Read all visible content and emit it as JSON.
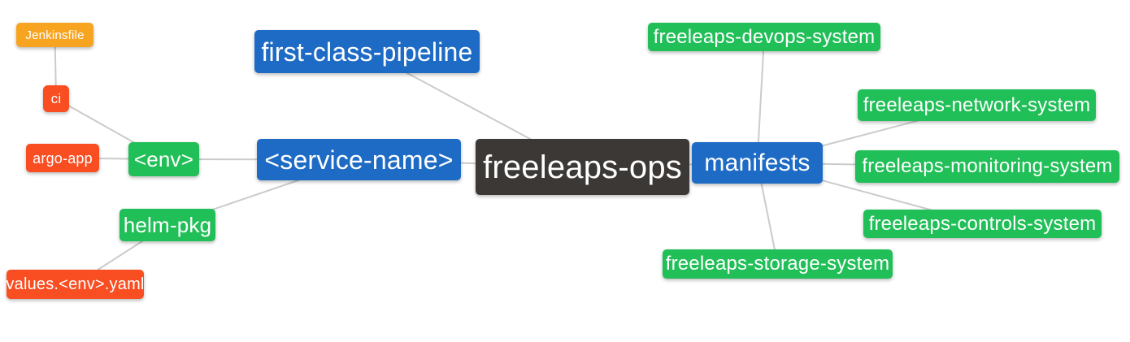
{
  "diagram": {
    "type": "mindmap",
    "central_node": "freeleaps-ops",
    "colors": {
      "blue": "#1E6BC5",
      "green": "#21BF58",
      "red": "#F84E22",
      "orange": "#F7A420",
      "dark": "#3B3836",
      "edge": "#CBCBCB",
      "text": "#FFFFFF",
      "background": "#FFFFFF"
    },
    "nodes": [
      {
        "id": "jenkinsfile",
        "label": "Jenkinsfile",
        "color": "orange"
      },
      {
        "id": "ci",
        "label": "ci",
        "color": "red"
      },
      {
        "id": "argo-app",
        "label": "argo-app",
        "color": "red"
      },
      {
        "id": "env",
        "label": "<env>",
        "color": "green"
      },
      {
        "id": "helm-pkg",
        "label": "helm-pkg",
        "color": "green"
      },
      {
        "id": "values-env-yaml",
        "label": "values.<env>.yaml",
        "color": "red"
      },
      {
        "id": "first-class-pipeline",
        "label": "first-class-pipeline",
        "color": "blue"
      },
      {
        "id": "service-name",
        "label": "<service-name>",
        "color": "blue"
      },
      {
        "id": "freeleaps-ops",
        "label": "freeleaps-ops",
        "color": "dark"
      },
      {
        "id": "manifests",
        "label": "manifests",
        "color": "blue"
      },
      {
        "id": "freeleaps-devops-system",
        "label": "freeleaps-devops-system",
        "color": "green"
      },
      {
        "id": "freeleaps-network-system",
        "label": "freeleaps-network-system",
        "color": "green"
      },
      {
        "id": "freeleaps-monitoring-system",
        "label": "freeleaps-monitoring-system",
        "color": "green"
      },
      {
        "id": "freeleaps-controls-system",
        "label": "freeleaps-controls-system",
        "color": "green"
      },
      {
        "id": "freeleaps-storage-system",
        "label": "freeleaps-storage-system",
        "color": "green"
      }
    ],
    "edges": [
      {
        "from": "jenkinsfile",
        "to": "ci"
      },
      {
        "from": "ci",
        "to": "env"
      },
      {
        "from": "argo-app",
        "to": "env"
      },
      {
        "from": "env",
        "to": "service-name"
      },
      {
        "from": "helm-pkg",
        "to": "service-name"
      },
      {
        "from": "values-env-yaml",
        "to": "helm-pkg"
      },
      {
        "from": "first-class-pipeline",
        "to": "freeleaps-ops"
      },
      {
        "from": "service-name",
        "to": "freeleaps-ops"
      },
      {
        "from": "freeleaps-ops",
        "to": "manifests"
      },
      {
        "from": "manifests",
        "to": "freeleaps-devops-system"
      },
      {
        "from": "manifests",
        "to": "freeleaps-network-system"
      },
      {
        "from": "manifests",
        "to": "freeleaps-monitoring-system"
      },
      {
        "from": "manifests",
        "to": "freeleaps-controls-system"
      },
      {
        "from": "manifests",
        "to": "freeleaps-storage-system"
      }
    ]
  }
}
